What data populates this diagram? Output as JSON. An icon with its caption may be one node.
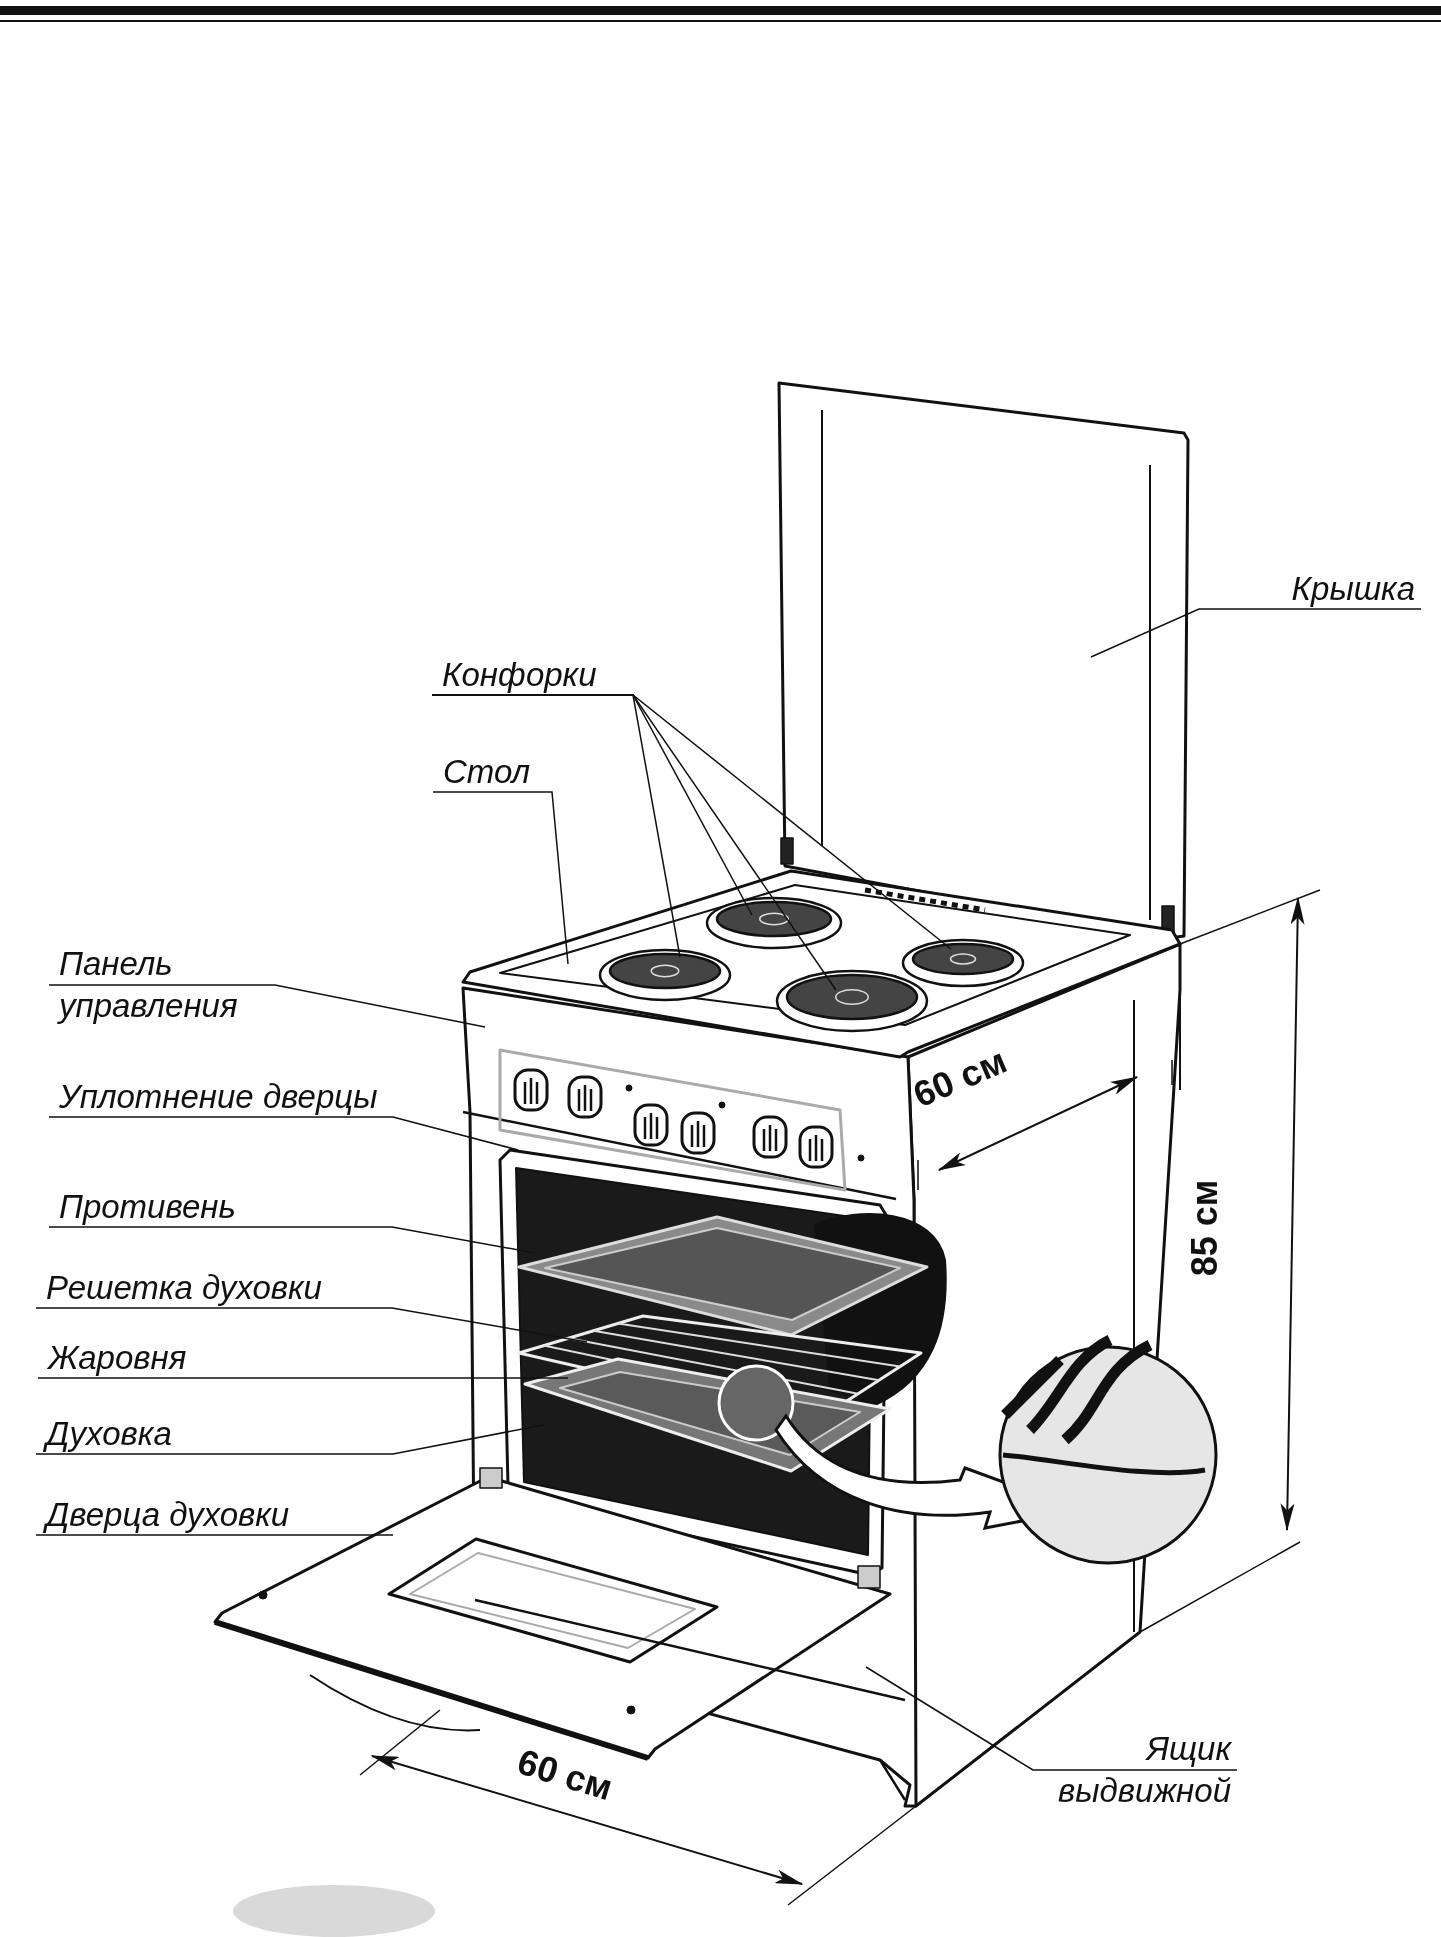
{
  "diagram": {
    "nodes": [
      {
        "text": [
          "Крышка"
        ]
      },
      {
        "text": [
          "Конфорки"
        ]
      },
      {
        "text": [
          "Стол"
        ]
      },
      {
        "text": [
          "Панель управления"
        ]
      },
      {
        "text": [
          "Уплотнение дверцы"
        ]
      },
      {
        "text": [
          "Противень"
        ]
      },
      {
        "text": [
          "Решетка духовки"
        ]
      },
      {
        "text": [
          "Жаровня"
        ]
      },
      {
        "text": [
          "Духовка"
        ]
      },
      {
        "text": [
          "Дверца духовки"
        ]
      },
      {
        "text": [
          "Ящик выдвижной"
        ]
      }
    ],
    "edges": [
      {
        "from": 0,
        "to": null,
        "arrow": "none"
      },
      {
        "from": 1,
        "to": null,
        "arrow": "none"
      },
      {
        "from": 1,
        "to": null,
        "arrow": "none"
      },
      {
        "from": 1,
        "to": null,
        "arrow": "none"
      },
      {
        "from": 1,
        "to": null,
        "arrow": "none"
      },
      {
        "from": 2,
        "to": null,
        "arrow": "none"
      },
      {
        "from": 3,
        "to": null,
        "arrow": "none"
      },
      {
        "from": 4,
        "to": null,
        "arrow": "none"
      },
      {
        "from": 5,
        "to": null,
        "arrow": "none"
      },
      {
        "from": 6,
        "to": null,
        "arrow": "none"
      },
      {
        "from": 7,
        "to": null,
        "arrow": "none"
      },
      {
        "from": 8,
        "to": null,
        "arrow": "none"
      },
      {
        "from": 9,
        "to": null,
        "arrow": "none"
      },
      {
        "from": 10,
        "to": null,
        "arrow": "none"
      }
    ],
    "labels": [
      "60 см",
      "85 см",
      "60 см"
    ]
  }
}
